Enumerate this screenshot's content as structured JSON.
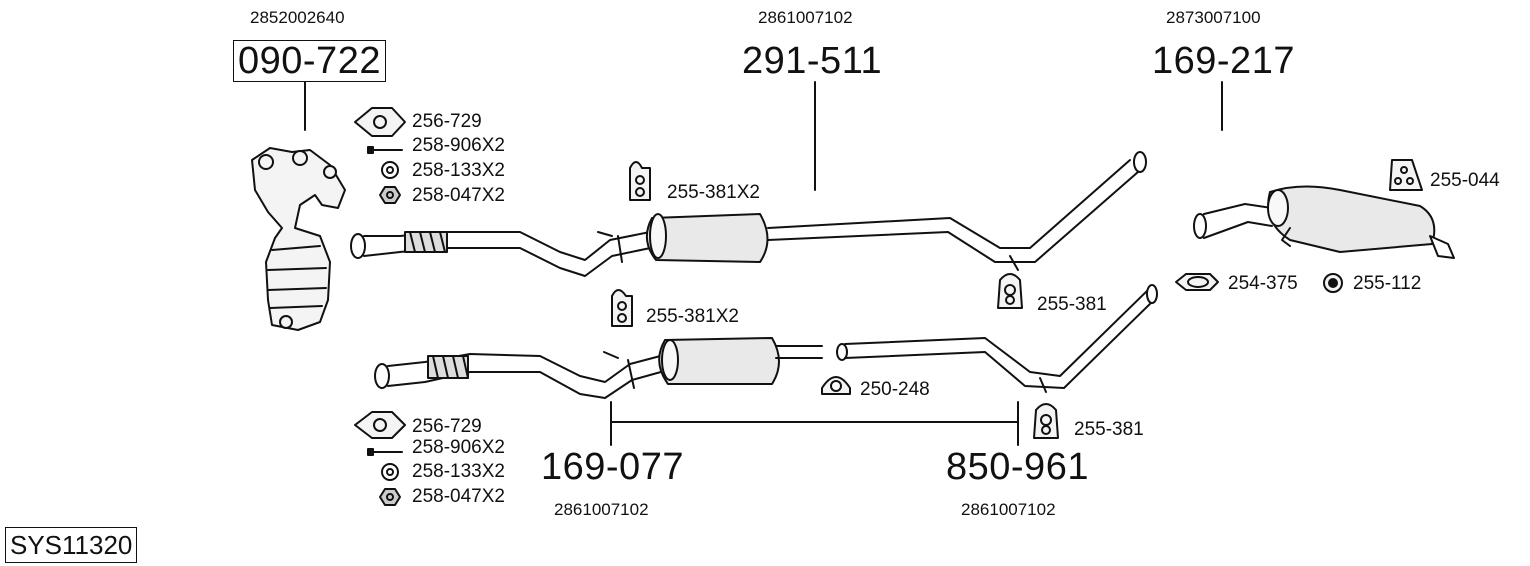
{
  "diagram_code": "SYS11320",
  "top_row": {
    "manifold": {
      "oe_number": "2852002640",
      "part_number": "090-722"
    },
    "middle_silencer": {
      "oe_number": "2861007102",
      "part_number": "291-511"
    },
    "rear_silencer": {
      "oe_number": "2873007100",
      "part_number": "169-217"
    }
  },
  "bottom_row": {
    "front_section": {
      "oe_number": "2861007102",
      "part_number": "169-077"
    },
    "centre_section": {
      "oe_number": "2861007102",
      "part_number": "850-961"
    }
  },
  "accessories": {
    "manifold_kit": [
      "256-729",
      "258-906X2",
      "258-133X2",
      "258-047X2"
    ],
    "hanger_top": "255-381X2",
    "rubber_mount_top": "255-381",
    "bracket_rear": "255-044",
    "clamp_rear": "254-375",
    "ring_rear": "255-112",
    "hanger_bottom": "255-381X2",
    "clamp_bottom": "250-248",
    "rubber_mount_bottom": "255-381",
    "flange_kit": [
      "256-729",
      "258-906X2",
      "258-133X2",
      "258-047X2"
    ]
  }
}
